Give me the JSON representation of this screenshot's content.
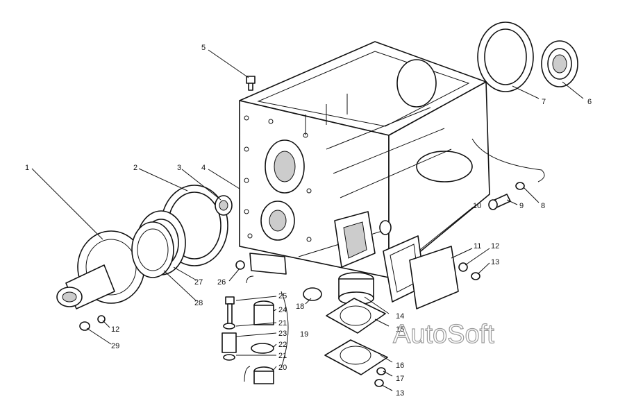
{
  "watermark": "AutoSoft",
  "callouts": [
    {
      "id": "c1",
      "text": "1"
    },
    {
      "id": "c2",
      "text": "2"
    },
    {
      "id": "c3",
      "text": "3"
    },
    {
      "id": "c4",
      "text": "4"
    },
    {
      "id": "c5",
      "text": "5"
    },
    {
      "id": "c6",
      "text": "6"
    },
    {
      "id": "c7",
      "text": "7"
    },
    {
      "id": "c8",
      "text": "8"
    },
    {
      "id": "c9",
      "text": "9"
    },
    {
      "id": "c10",
      "text": "10"
    },
    {
      "id": "c11",
      "text": "11"
    },
    {
      "id": "c12a",
      "text": "12"
    },
    {
      "id": "c13a",
      "text": "13"
    },
    {
      "id": "c12b",
      "text": "12"
    },
    {
      "id": "c29",
      "text": "29"
    },
    {
      "id": "c26",
      "text": "26"
    },
    {
      "id": "c27",
      "text": "27"
    },
    {
      "id": "c28",
      "text": "28"
    },
    {
      "id": "c25",
      "text": "25"
    },
    {
      "id": "c24",
      "text": "24"
    },
    {
      "id": "c21a",
      "text": "21"
    },
    {
      "id": "c23",
      "text": "23"
    },
    {
      "id": "c22",
      "text": "22"
    },
    {
      "id": "c21b",
      "text": "21"
    },
    {
      "id": "c20",
      "text": "20"
    },
    {
      "id": "c19",
      "text": "19"
    },
    {
      "id": "c18",
      "text": "18"
    },
    {
      "id": "c14",
      "text": "14"
    },
    {
      "id": "c15",
      "text": "15"
    },
    {
      "id": "c16",
      "text": "16"
    },
    {
      "id": "c17",
      "text": "17"
    },
    {
      "id": "c13b",
      "text": "13"
    }
  ]
}
